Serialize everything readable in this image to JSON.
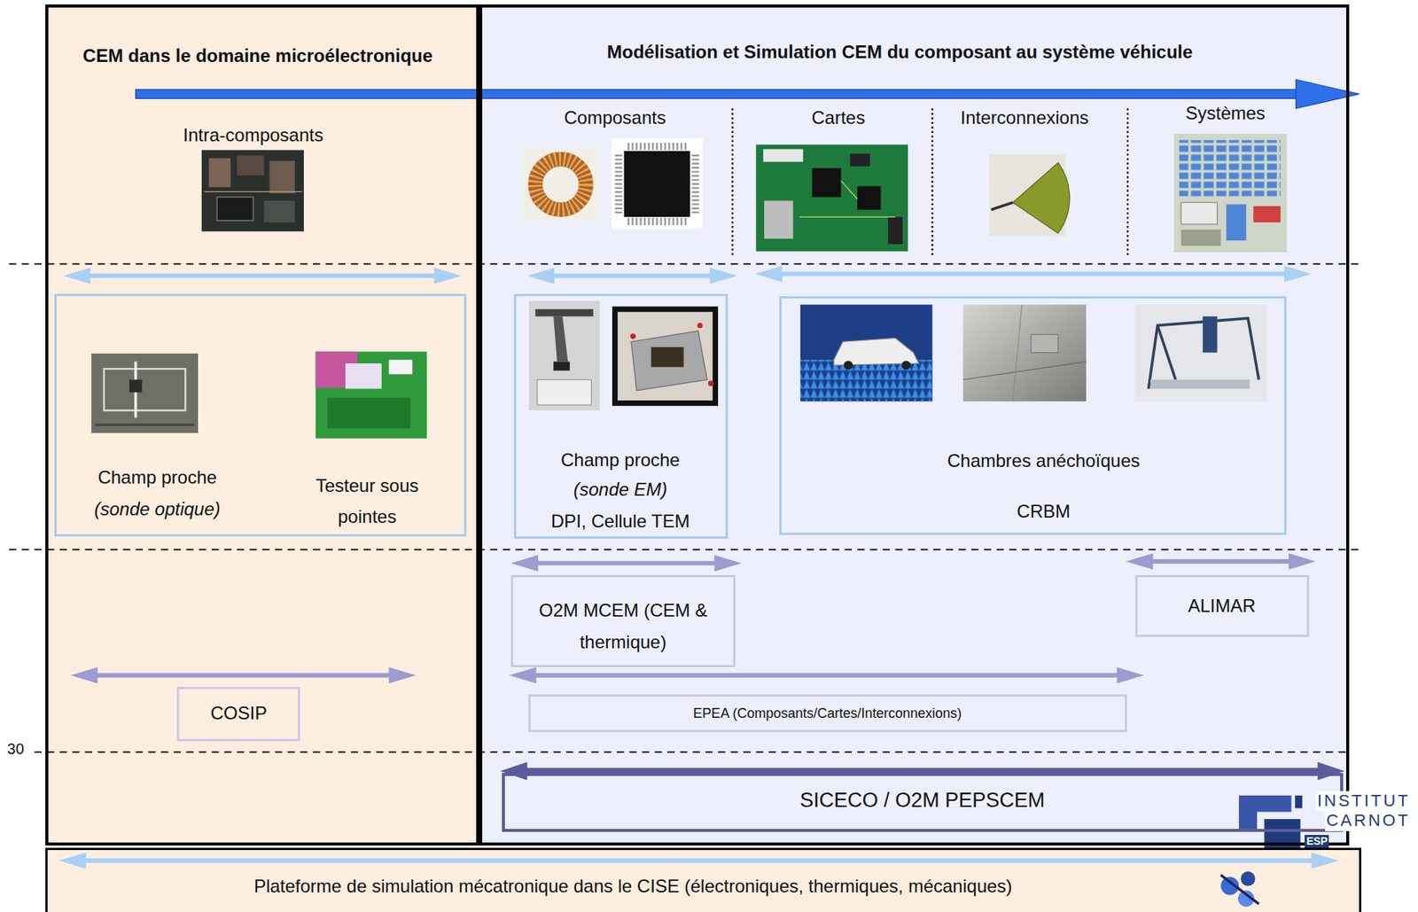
{
  "diagram": {
    "nodes": [
      {
        "text": [
          "CEM dans le domaine microélectronique"
        ]
      },
      {
        "text": [
          "Modélisation et Simulation CEM du composant au système véhicule"
        ]
      },
      {
        "text": [
          "Champ proche",
          "(sonde optique)",
          "Testeur sous pointes"
        ],
        "in": 0
      },
      {
        "text": [
          "Champ proche",
          "(sonde EM)",
          "DPI, Cellule TEM"
        ],
        "in": 1
      },
      {
        "text": [
          "Chambres anéchoïques",
          "CRBM"
        ],
        "in": 1
      },
      {
        "text": [
          "O2M MCEM (CEM & thermique)"
        ],
        "in": 1
      },
      {
        "text": [
          "ALIMAR"
        ],
        "in": 1
      },
      {
        "text": [
          "COSIP"
        ],
        "in": 0
      },
      {
        "text": [
          "EPEA (Composants/Cartes/Interconnexions)"
        ],
        "in": 1
      },
      {
        "text": [
          "SICECO / O2M PEPSCEM"
        ],
        "in": 1
      },
      {
        "text": [
          "Plateforme de simulation mécatronique dans le CISE (électroniques, thermiques, mécaniques)"
        ]
      }
    ],
    "labels": [
      "Intra-composants",
      "Composants",
      "Cartes",
      "Interconnexions",
      "Systèmes",
      "30",
      "INSTITUT",
      "CARNOT",
      "ESP"
    ]
  }
}
